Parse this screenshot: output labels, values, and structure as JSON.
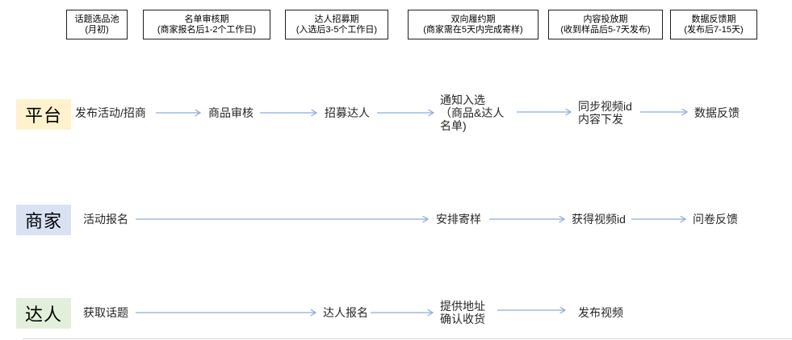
{
  "colors": {
    "lane_platform_bg": "#FFF2CC",
    "lane_merchant_bg": "#D9E2F3",
    "lane_talent_bg": "#E2EFDA",
    "arrow": "#8EAADB",
    "box_border": "#1F1F1F",
    "text": "#262626"
  },
  "phases": [
    {
      "name": "话题选品池\n(月初)"
    },
    {
      "name": "名单审核期\n(商家报名后1-2个工作日)"
    },
    {
      "name": "达人招募期\n(入选后3-5个工作日)"
    },
    {
      "name": "双向履约期\n(商家需在5天内完成寄样)"
    },
    {
      "name": "内容投放期\n(收到样品后5-7天发布)"
    },
    {
      "name": "数据反馈期\n(发布后7-15天)"
    }
  ],
  "lanes": [
    {
      "label": "平台",
      "steps": [
        "发布活动/招商",
        "商品审核",
        "招募达人",
        "通知入选\n（商品&达人\n名单)",
        "同步视频id\n内容下发",
        "数据反馈"
      ]
    },
    {
      "label": "商家",
      "steps": [
        "活动报名",
        "安排寄样",
        "获得视频id",
        "问卷反馈"
      ]
    },
    {
      "label": "达人",
      "steps": [
        "获取话题",
        "达人报名",
        "提供地址\n确认收货",
        "发布视频"
      ]
    }
  ]
}
